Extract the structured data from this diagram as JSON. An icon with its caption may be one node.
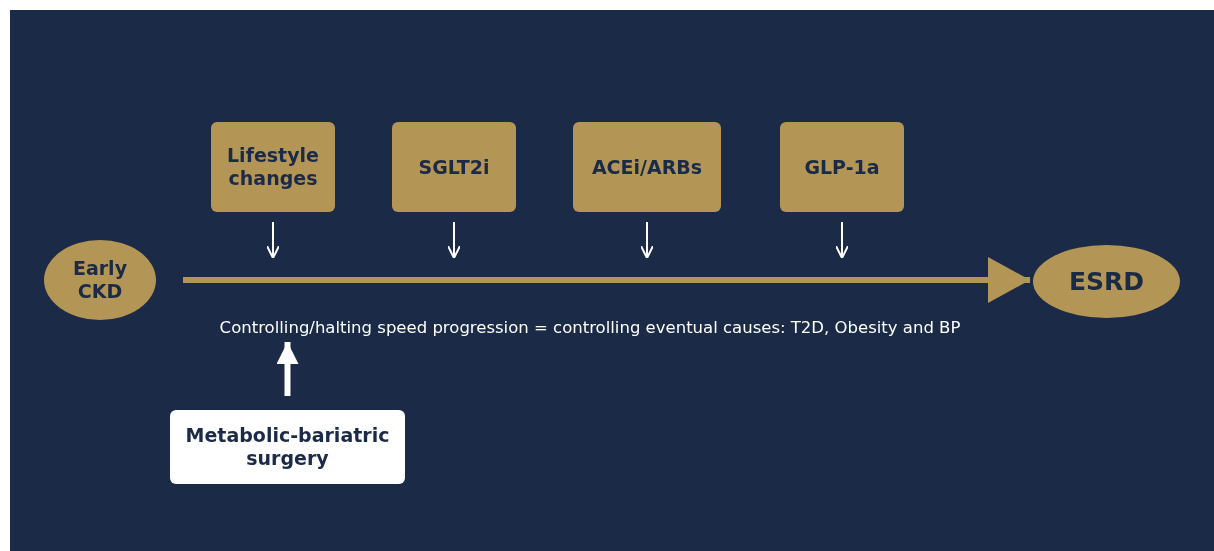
{
  "diagram": {
    "nodes": [
      {
        "text": [
          "Early CKD"
        ]
      },
      {
        "text": [
          "Lifestyle changes"
        ]
      },
      {
        "text": [
          "SGLT2i"
        ]
      },
      {
        "text": [
          "ACEi/ARBs"
        ]
      },
      {
        "text": [
          "GLP-1a"
        ]
      },
      {
        "text": [
          "ESRD"
        ]
      },
      {
        "text": [
          "Metabolic-bariatric surgery"
        ]
      },
      {
        "text": [
          "Controlling/halting speed progression = controlling eventual causes: T2D, Obesity and BP"
        ]
      }
    ],
    "edges": [
      {
        "from": 0,
        "to": 5,
        "arrow": "to",
        "style": "thick",
        "color": "#b39656"
      },
      {
        "from": 1,
        "to": null,
        "arrow": "to"
      },
      {
        "from": 2,
        "to": null,
        "arrow": "to"
      },
      {
        "from": 3,
        "to": null,
        "arrow": "to"
      },
      {
        "from": 4,
        "to": null,
        "arrow": "to"
      },
      {
        "from": 6,
        "to": 7,
        "arrow": "to",
        "style": "thick"
      }
    ]
  }
}
